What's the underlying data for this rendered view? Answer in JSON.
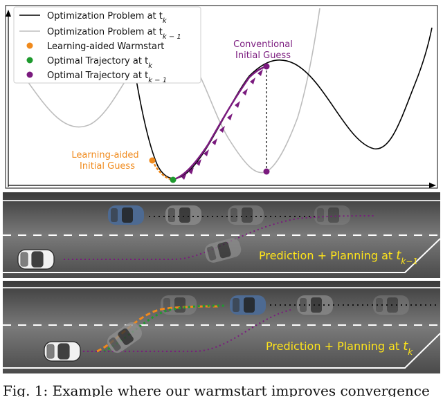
{
  "legend": [
    {
      "label": "Optimization Problem at t",
      "sub": "k",
      "color": "#000000",
      "kind": "line"
    },
    {
      "label": "Optimization Problem at  t",
      "sub": "k − 1",
      "color": "#bbbbbb",
      "kind": "line"
    },
    {
      "label": "Learning-aided Warmstart",
      "sub": "",
      "color": "#f08a1c",
      "kind": "dot"
    },
    {
      "label": "Optimal Trajectory at t",
      "sub": "k",
      "color": "#1e9a2e",
      "kind": "dot"
    },
    {
      "label": "Optimal Trajectory at t",
      "sub": "k − 1",
      "color": "#7a1a7e",
      "kind": "dot"
    }
  ],
  "annotations": {
    "conventional_line1": "Conventional",
    "conventional_line2": "Initial Guess",
    "learning_line1": "Learning-aided",
    "learning_line2": "Initial Guess"
  },
  "lanes": {
    "top_label": "Prediction + Planning at ",
    "top_t": "t",
    "top_sub": "k−1",
    "bottom_label": "Prediction + Planning at ",
    "bottom_t": "t",
    "bottom_sub": "k"
  },
  "caption": "Fig. 1: Example where our warmstart improves convergence",
  "colors": {
    "orange": "#f08a1c",
    "green": "#1e9a2e",
    "purple": "#7a1a7e",
    "yellow": "#ffe51a"
  }
}
